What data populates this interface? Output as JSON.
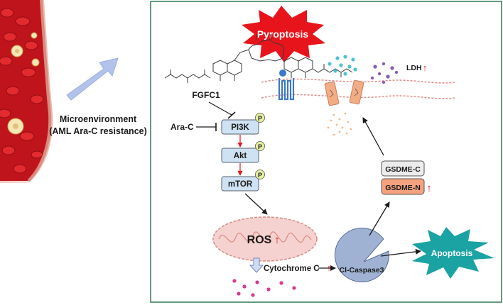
{
  "left": {
    "microenvironment_label": "Microenvironment",
    "resistance_label": "(AML Ara-C resistance)"
  },
  "labels": {
    "pyroptosis": "Pyroptosis",
    "fgfc1": "FGFC1",
    "ara_c": "Ara-C",
    "pi3k": "PI3K",
    "akt": "Akt",
    "mtor": "mTOR",
    "phospho": "P",
    "ros": "ROS",
    "ros_arrow": "↑",
    "cytochrome_c": "Cytochrome C",
    "cytochrome_arrow": "↑",
    "caspase3": "Cl-Caspase3",
    "apoptosis": "Apoptosis",
    "gsdme_c": "GSDME-C",
    "gsdme_n": "GSDME-N",
    "gsdme_arrow": "↑",
    "ldh": "LDH",
    "ldh_arrow": "↑"
  },
  "colors": {
    "frame": "#2f7a55",
    "burst_red": "#e8141c",
    "burst_teal": "#1ba3a3",
    "node_fill": "#cfe2f3",
    "node_stroke": "#55606b",
    "phospho_fill": "#e6f0a0",
    "up_arrow": "#e8141c",
    "mito_fill": "#f5d2cf",
    "mito_stroke": "#d98a84",
    "caspase_fill": "#9fb2d4",
    "gsdme_n_fill": "#f5a27f",
    "gsdme_c_fill": "#ececec",
    "membrane": "#e08a8a",
    "pore_fill": "#f2ad86",
    "receptor": "#3d78c4",
    "cyto_dot": "#d63a8f",
    "ldh_dot": "#8a5bb0",
    "teal_dot": "#4fc2cf",
    "pale_arrow": "#b3c2ea"
  }
}
